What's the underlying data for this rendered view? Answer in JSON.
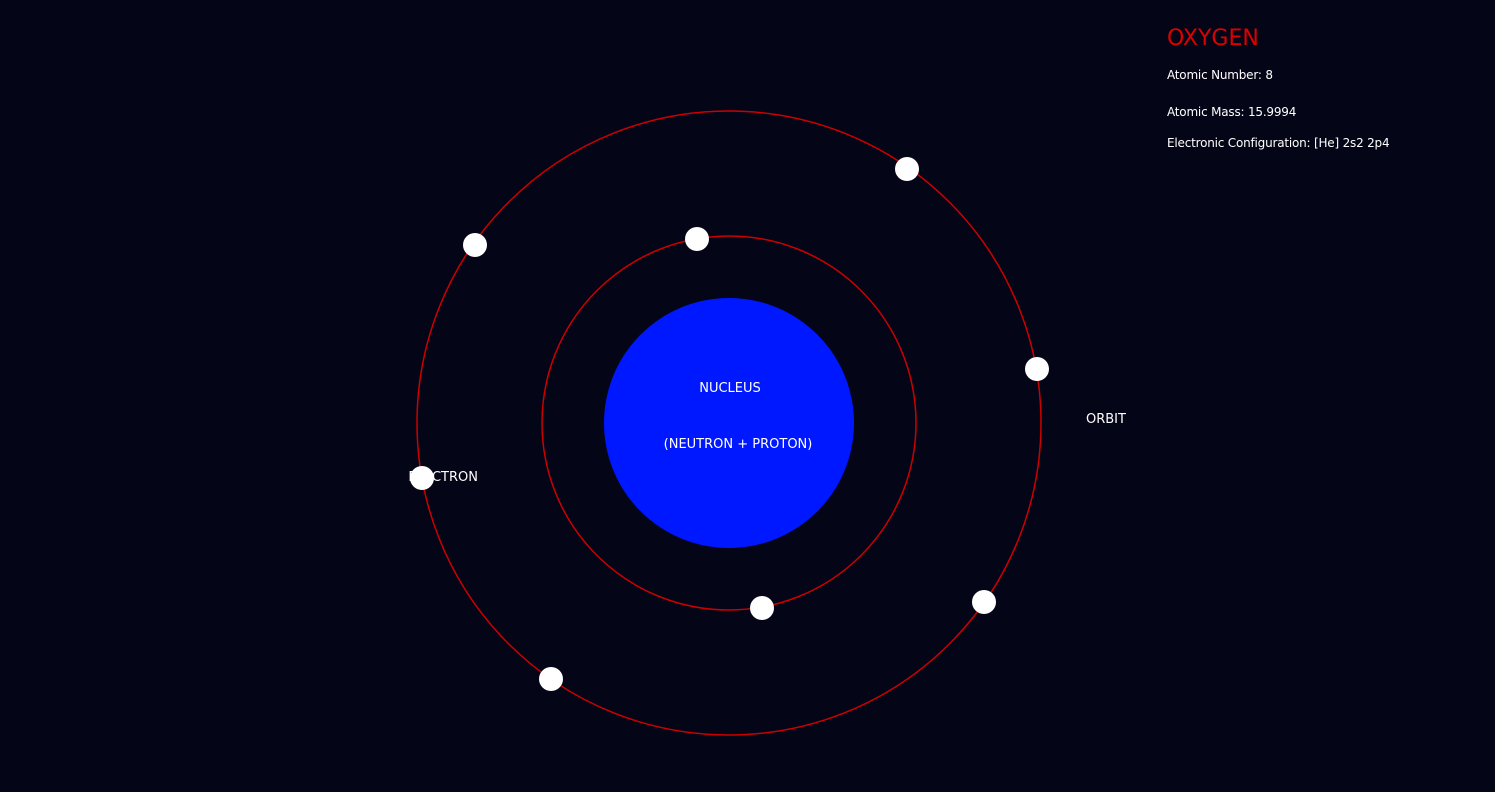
{
  "element": {
    "name": "OXYGEN",
    "atomic_number_text": "Atomic Number: 8",
    "atomic_mass_text": "Atomic Mass: 15.9994",
    "configuration_text": "Electronic Configuration: [He] 2s2 2p4"
  },
  "diagram": {
    "nucleus_label": "NUCLEUS",
    "nucleus_sublabel": "(NEUTRON + PROTON)",
    "orbit_label": "ORBIT",
    "electron_label": "ELECTRON",
    "shells": [
      {
        "electrons": 2
      },
      {
        "electrons": 6
      }
    ]
  },
  "colors": {
    "background": "#050518",
    "nucleus": "#0018ff",
    "orbit": "#cc0000",
    "electron": "#ffffff",
    "title": "#dd0000",
    "text": "#ffffff"
  }
}
